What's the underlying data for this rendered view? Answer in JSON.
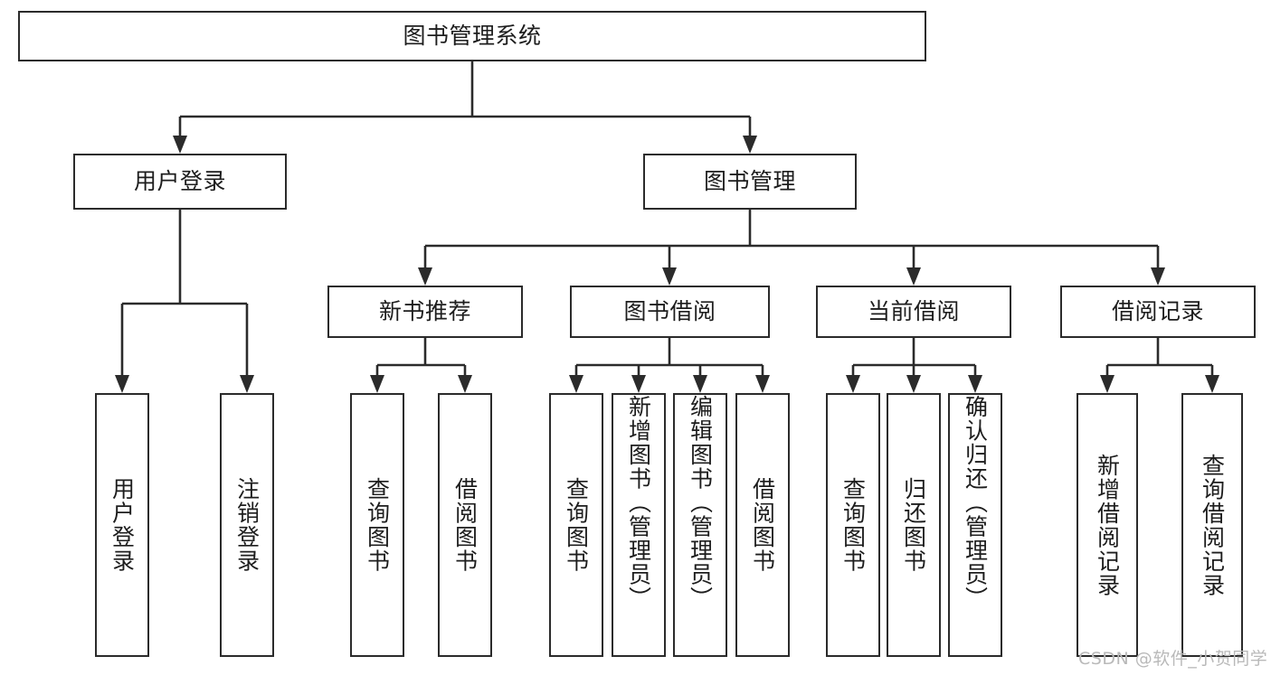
{
  "diagram": {
    "title": "图书管理系统",
    "type": "tree",
    "orientation": "top-down",
    "colors": {
      "stroke": "#2b2b2b",
      "box_fill": "#ffffff",
      "text": "#1d1d1d",
      "background": "#ffffff",
      "watermark": "#b9b9b9"
    },
    "root": {
      "label": "图书管理系统"
    },
    "level2": [
      {
        "label": "用户登录"
      },
      {
        "label": "图书管理"
      }
    ],
    "level3": [
      {
        "label": "新书推荐"
      },
      {
        "label": "图书借阅"
      },
      {
        "label": "当前借阅"
      },
      {
        "label": "借阅记录"
      }
    ],
    "leaves": {
      "user_login": [
        {
          "label": "用户登录"
        },
        {
          "label": "注销登录"
        }
      ],
      "new_book_recommend": [
        {
          "label": "查询图书"
        },
        {
          "label": "借阅图书"
        }
      ],
      "book_borrow": [
        {
          "label": "查询图书"
        },
        {
          "label": "新增图书（管理员）"
        },
        {
          "label": "编辑图书（管理员）"
        },
        {
          "label": "借阅图书"
        }
      ],
      "current_borrow": [
        {
          "label": "查询图书"
        },
        {
          "label": "归还图书"
        },
        {
          "label": "确认归还（管理员）"
        }
      ],
      "borrow_record": [
        {
          "label": "新增借阅记录"
        },
        {
          "label": "查询借阅记录"
        }
      ]
    }
  },
  "watermark": {
    "text": "CSDN @软件_小贺同学"
  }
}
